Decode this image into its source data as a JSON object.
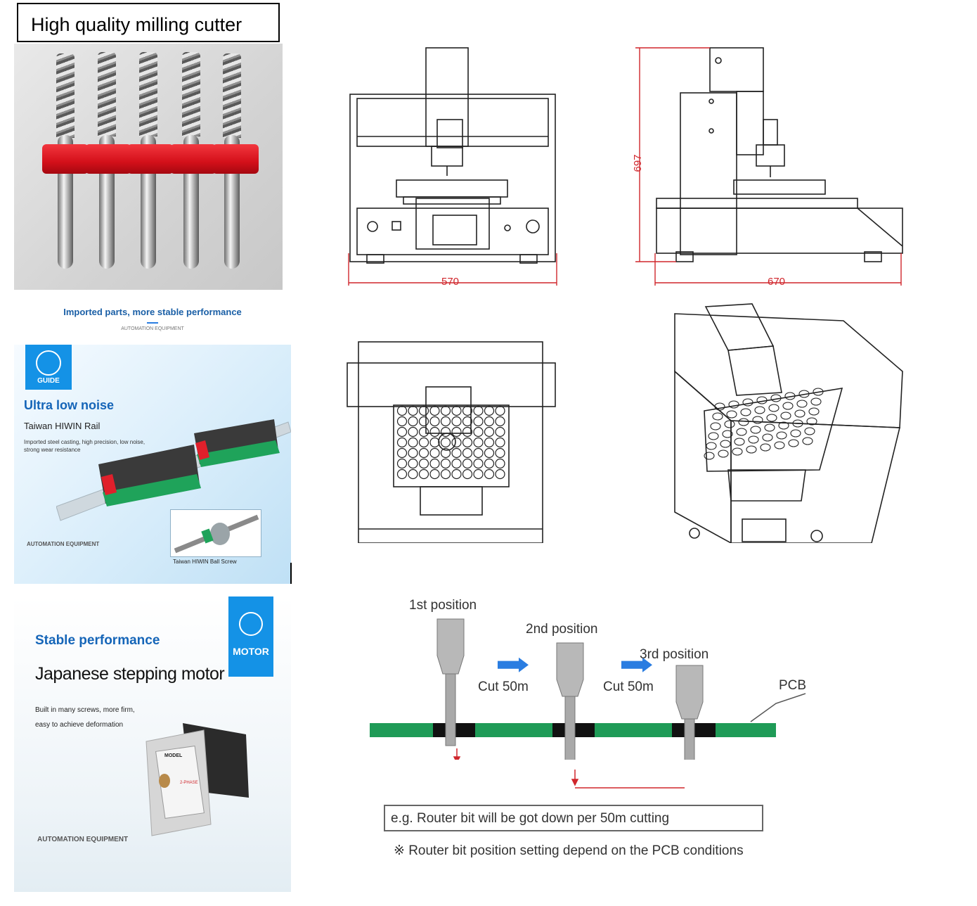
{
  "milling": {
    "caption": "High quality milling cutter"
  },
  "drawings": {
    "front_width": "570",
    "side_height": "697",
    "side_depth": "670"
  },
  "guide": {
    "header_title": "Imported parts, more stable performance",
    "header_sub": "AUTOMATION EQUIPMENT",
    "badge": "GUIDE",
    "title": "Ultra low noise",
    "subtitle": "Taiwan HIWIN Rail",
    "desc_line1": "Imported steel casting, high precision, low noise,",
    "desc_line2": "strong wear resistance",
    "footer": "AUTOMATION EQUIPMENT",
    "inset_caption": "Taiwan HIWIN Ball Screw"
  },
  "motor": {
    "badge": "MOTOR",
    "title": "Stable performance",
    "subtitle": "Japanese stepping motor",
    "desc_line1": "Built in many screws, more firm,",
    "desc_line2": "easy to achieve deformation",
    "footer": "AUTOMATION EQUIPMENT",
    "label_model": "MODEL",
    "label_phase": "2-PHASE"
  },
  "process": {
    "pos1": "1st position",
    "pos2": "2nd position",
    "pos3": "3rd position",
    "cut1": "Cut 50m",
    "cut2": "Cut 50m",
    "pcb": "PCB",
    "note_box": "e.g. Router bit will be got down per 50m cutting",
    "note": "※ Router bit position setting depend on the PCB conditions"
  },
  "colors": {
    "pcb_green": "#1f9b57",
    "arrow_blue": "#2a7de1",
    "dim_red": "#d0262c",
    "ring_red": "#e01e26",
    "brand_blue": "#1492e6"
  }
}
